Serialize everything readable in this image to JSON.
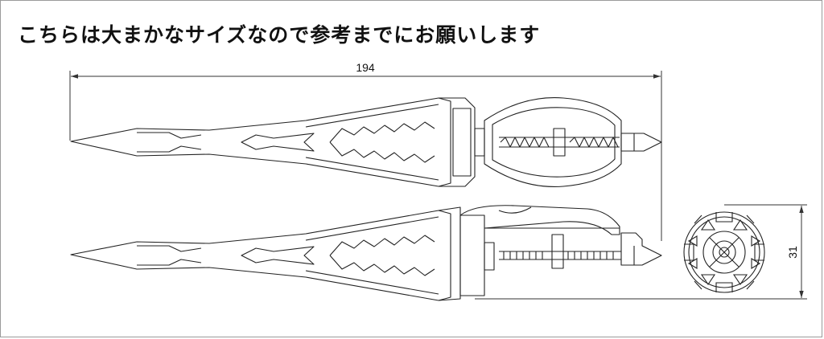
{
  "title": "こちらは大まかなサイズなので参考までにお願いします",
  "dimensions": {
    "length_label": "194",
    "diameter_label": "31"
  },
  "colors": {
    "line": "#222222",
    "dim_line": "#333333",
    "border": "#9a9a9a"
  }
}
